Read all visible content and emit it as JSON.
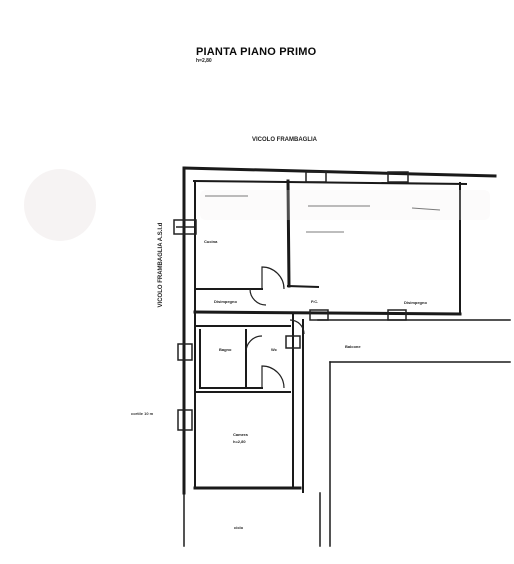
{
  "plan": {
    "title": "PIANTA PIANO PRIMO",
    "subtitle": "h=2,80",
    "street_top": "VICOLO FRAMBAGLIA",
    "street_left": "VICOLO FRAMBAGLIA A.S.I.d",
    "rooms": {
      "cucina": "Cucina",
      "disimpegno_left": "Disimpegno",
      "disimpegno_right": "Disimpegno",
      "bagno": "Bagno",
      "wc": "Wc",
      "balcone": "Balcone",
      "camera": "Camera",
      "camera_h": "h=2,80",
      "bottom": "ciclo",
      "left_note": "cortile 10 m",
      "center_note": "P.C."
    }
  },
  "colors": {
    "wall": "#1a1a1a",
    "line": "#2a2a2a",
    "background": "#ffffff"
  }
}
